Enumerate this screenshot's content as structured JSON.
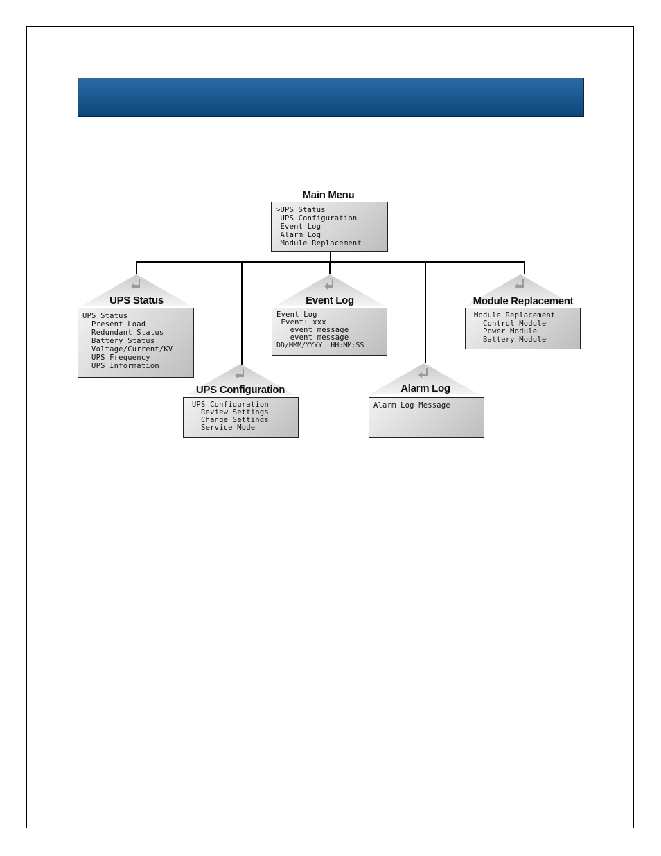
{
  "diagram": {
    "main_menu": {
      "title": "Main Menu",
      "lines": [
        ">UPS Status",
        " UPS Configuration",
        " Event Log",
        " Alarm Log",
        " Module Replacement"
      ]
    },
    "ups_status": {
      "title": "UPS Status",
      "lines": [
        "UPS Status",
        "  Present Load",
        "  Redundant Status",
        "  Battery Status",
        "  Voltage/Current/KV",
        "  UPS Frequency",
        "  UPS Information"
      ]
    },
    "ups_configuration": {
      "title": "UPS Configuration",
      "lines": [
        "UPS Configuration",
        "  Review Settings",
        "  Change Settings",
        "  Service Mode"
      ]
    },
    "event_log": {
      "title": "Event Log",
      "lines": [
        "Event Log",
        " Event: xxx",
        "   event message",
        "   event message",
        "DD/MMM/YYYY  HH:MM:SS"
      ]
    },
    "alarm_log": {
      "title": "Alarm Log",
      "lines": [
        "Alarm Log Message"
      ]
    },
    "module_replacement": {
      "title": "Module Replacement",
      "lines": [
        "Module Replacement",
        "  Control Module",
        "  Power Module",
        "  Battery Module"
      ]
    },
    "icons": {
      "enter": "enter-arrow-icon"
    },
    "colors": {
      "header_bar": "#1b5a92",
      "lcd_light": "#f2f2f2",
      "lcd_dark": "#bdbdbd"
    }
  }
}
